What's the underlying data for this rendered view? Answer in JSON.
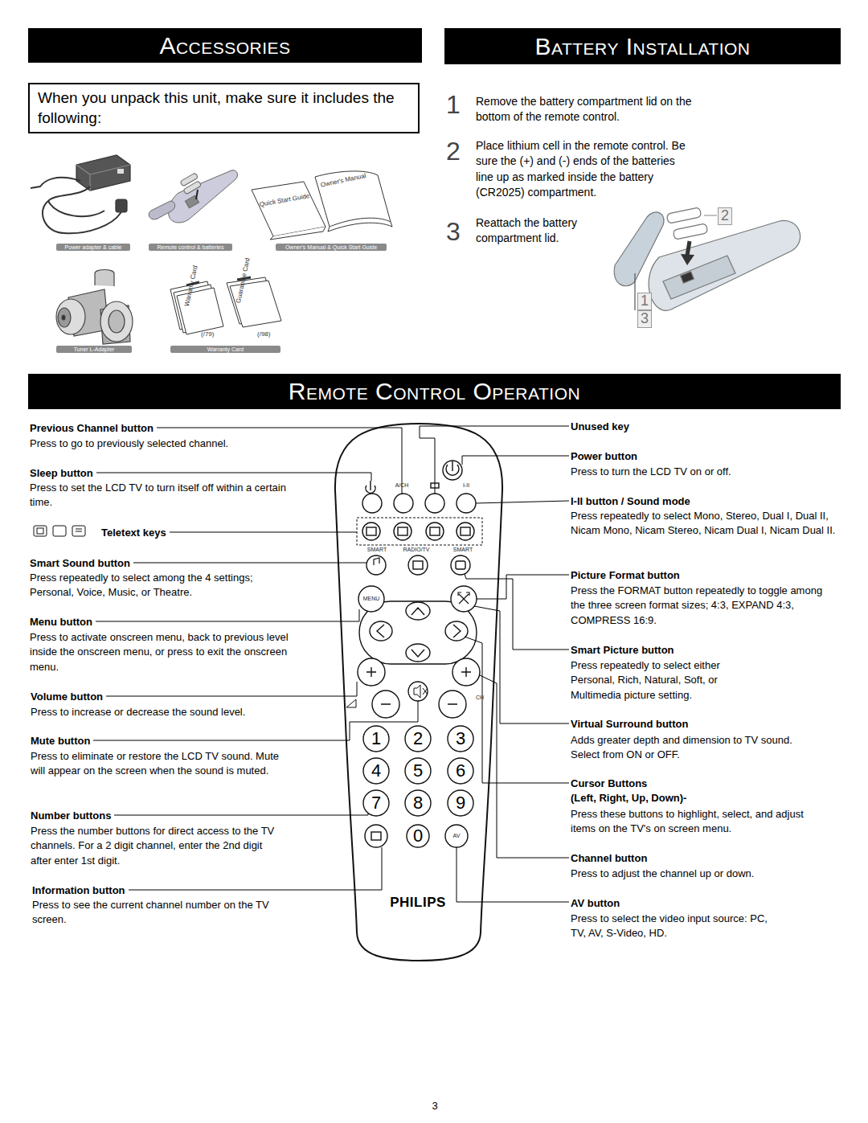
{
  "diagram": {
    "nodes": [
      {
        "text": [
          "Accessories"
        ]
      },
      {
        "text": [
          "Battery Installation"
        ]
      },
      {
        "text": [
          "When you unpack this unit, make sure it includes the following:"
        ]
      },
      {
        "text": [
          "Power adapter & cable"
        ]
      },
      {
        "text": [
          "Remote control & batteries"
        ]
      },
      {
        "text": [
          "Owner's Manual & Quick Start Guide"
        ]
      },
      {
        "text": [
          "Tuner L-Adapter"
        ]
      },
      {
        "text": [
          "Warranty Card"
        ]
      },
      {
        "text": [
          "Remote Control Operation"
        ]
      }
    ],
    "labels": [
      "1",
      "Remove the battery compartment lid on the bottom of the remote control.",
      "2",
      "Place lithium cell in the remote control. Be sure the (+) and (-) ends of the batteries line up as marked inside the battery (CR2025) compartment.",
      "3",
      "Reattach the battery compartment lid.",
      "2",
      "1",
      "3",
      "Quick Start Guide",
      "Owner's Manual",
      "Warranty Card",
      "Guarantee Card",
      "(/79)",
      "(/98)",
      "Previous Channel button",
      "Press to go to previously selected channel.",
      "Sleep button",
      "Press to set the LCD TV to turn itself off within a certain time.",
      "Teletext keys",
      "Smart Sound button",
      "Press repeatedly to select among the 4 settings; Personal, Voice, Music, or Theatre.",
      "Menu button",
      "Press to activate onscreen menu, back to previous level inside the onscreen menu, or press to exit the onscreen menu.",
      "Volume button",
      "Press to increase or decrease the sound level.",
      "Mute button",
      "Press to eliminate or restore the LCD TV sound. Mute will appear on the screen when the sound is muted.",
      "Number buttons",
      "Press the number buttons for direct access to the TV channels. For a 2 digit channel, enter the 2nd digit after enter 1st digit.",
      "Information button",
      "Press to see the current channel number on the TV screen.",
      "Unused key",
      "Power button",
      "Press to turn the LCD TV on or off.",
      "I-II button / Sound mode",
      "Press repeatedly to select Mono, Stereo, Dual I, Dual II, Nicam Mono, Nicam Stereo, Nicam Dual I, Nicam Dual II.",
      "Picture Format button",
      "Press the FORMAT button repeatedly to toggle among the three screen format sizes; 4:3, EXPAND 4:3, COMPRESS 16:9.",
      "Smart Picture button",
      "Press repeatedly to select either Personal, Rich, Natural, Soft, or Multimedia picture setting.",
      "Virtual Surround button",
      "Adds greater depth and dimension to TV sound. Select from ON or OFF.",
      "Cursor Buttons",
      "(Left, Right, Up, Down)-",
      "Press these buttons to highlight, select, and adjust items on the TV's on screen menu.",
      "Channel button",
      "Press to adjust the channel up or down.",
      "AV button",
      "Press to select the video input source: PC, TV, AV, S-Video, HD.",
      "A/CH",
      "I-II",
      "SMART",
      "RADIO/TV",
      "SMART",
      "MENU",
      "CH",
      "1",
      "2",
      "3",
      "4",
      "5",
      "6",
      "7",
      "8",
      "9",
      "0",
      "AV",
      "PHILIPS",
      "3"
    ]
  }
}
